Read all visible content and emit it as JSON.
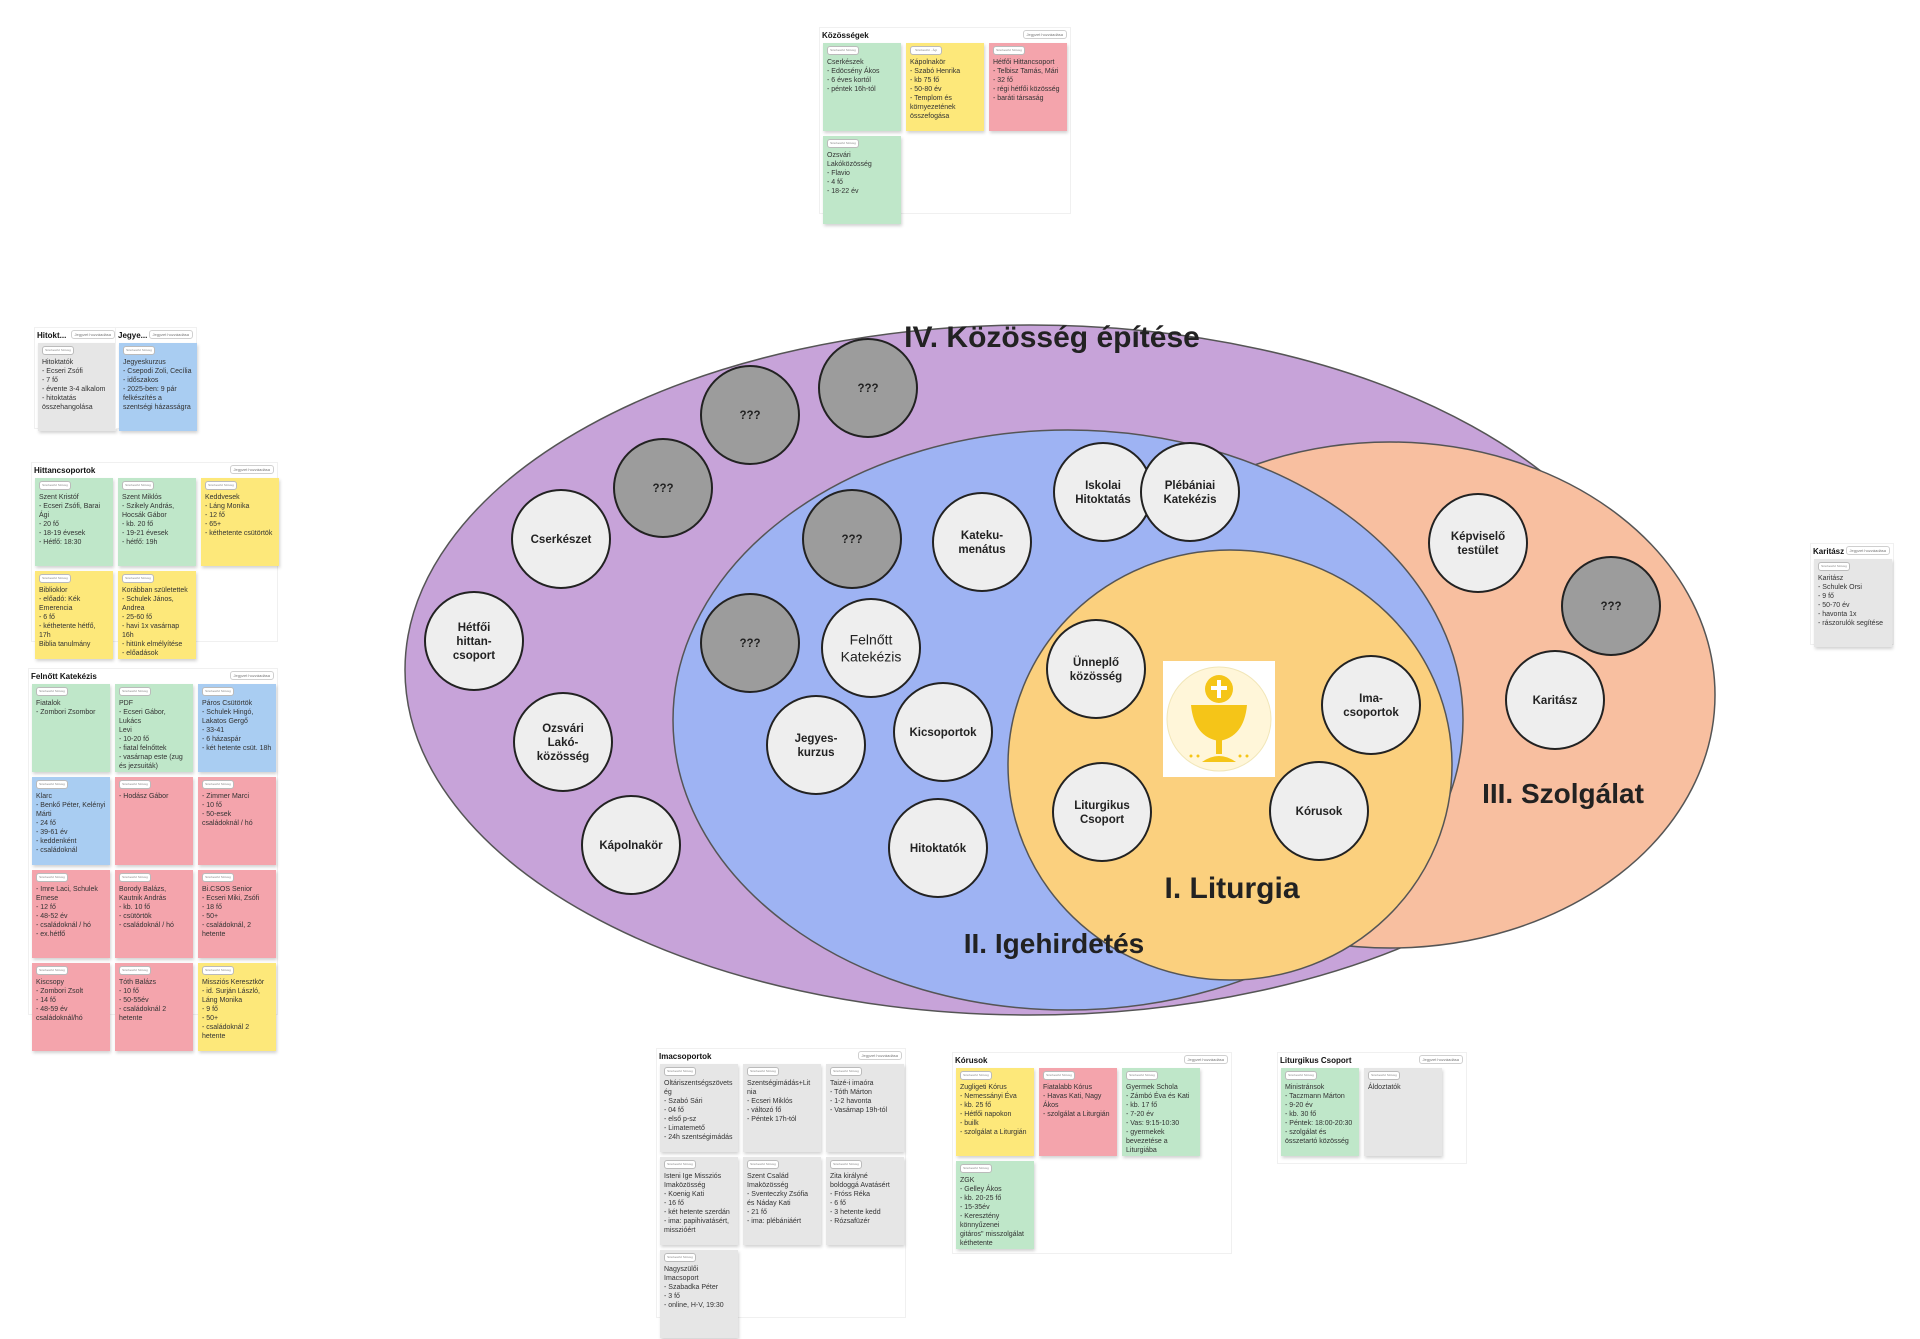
{
  "colors": {
    "outer_ellipse": "#c7a3d9",
    "middle_ellipse": "#9eb3f3",
    "service_ellipse": "#f8bfa0",
    "liturgy_ellipse": "#fbd07e",
    "circle_fill": "#eeeeee",
    "unknown_circle_fill": "#9c9c9c",
    "chalice_gold": "#f5c518",
    "note_green": "#bfe7c9",
    "note_yellow": "#fde87a",
    "note_red": "#f4a4ac",
    "note_blue": "#a9cdf2",
    "note_gray": "#e6e6e6"
  },
  "diagram": {
    "labels": {
      "kozosseg": "IV. Közösség építése",
      "igehirdetes": "II. Igehirdetés",
      "szolgalat": "III. Szolgálat",
      "liturgia": "I. Liturgia"
    },
    "center_icon": "chalice-icon",
    "circles": [
      {
        "id": "unknown-1",
        "label": "???",
        "unknown": true
      },
      {
        "id": "unknown-2",
        "label": "???",
        "unknown": true
      },
      {
        "id": "unknown-3",
        "label": "???",
        "unknown": true
      },
      {
        "id": "cserkeszet",
        "label": "Cserkészet"
      },
      {
        "id": "hetfoi-hittancsoport",
        "label": "Hétfői\nhittan-\ncsoport"
      },
      {
        "id": "ozsvari-lakokozosseg",
        "label": "Ozsvári\nLakó-\nközösség"
      },
      {
        "id": "kapolnakor",
        "label": "Kápolnakör"
      },
      {
        "id": "unknown-4",
        "label": "???",
        "unknown": true
      },
      {
        "id": "unknown-5",
        "label": "???",
        "unknown": true
      },
      {
        "id": "felnott-katekezis",
        "label": "Felnőtt\nKatekézis",
        "regular": true
      },
      {
        "id": "katekumenatus",
        "label": "Kateku-\nmenátus"
      },
      {
        "id": "iskolai-hitoktatas",
        "label": "Iskolai\nHitoktatás"
      },
      {
        "id": "plebaniai-katekezis",
        "label": "Plébániai\nKatekézis"
      },
      {
        "id": "jegyeskurzus",
        "label": "Jegyes-\nkurzus"
      },
      {
        "id": "kiscsoportok",
        "label": "Kicsoportok"
      },
      {
        "id": "hitoktatok",
        "label": "Hitoktatók"
      },
      {
        "id": "unneplo-kozosseg",
        "label": "Ünneplő\nközösség"
      },
      {
        "id": "imacsoportok",
        "label": "Ima-\ncsoportok"
      },
      {
        "id": "liturgikus-csoport",
        "label": "Liturgikus\nCsoport"
      },
      {
        "id": "korusok",
        "label": "Kórusok"
      },
      {
        "id": "kepviselo-testulet",
        "label": "Képviselő\ntestület"
      },
      {
        "id": "unknown-6",
        "label": "???",
        "unknown": true
      },
      {
        "id": "karitasz",
        "label": "Karitász"
      }
    ]
  },
  "frames": [
    {
      "id": "kozossegek",
      "title": "Közösségek",
      "tag": "Jegyzet hozzáadása",
      "notes": [
        {
          "color": "green",
          "chip": "Szerkesztő Szöveg",
          "text": "Cserkészek\n- Edöcsény Ákos\n- 6 éves kortól\n- péntek 16h-tól"
        },
        {
          "color": "yellow",
          "chip": "Szerkesztő - Ági",
          "text": "Kápolnakör\n- Szabó Henrika\n- kb 75 fő\n- 50-80 év\n- Templom és\nkörnyezetének\nösszefogása"
        },
        {
          "color": "red",
          "chip": "Szerkesztő Szöveg",
          "text": "Hétfői Hittancsoport\n- Telbisz Tamás, Mári\n- 32 fő\n- régi hétfői közösség\n- baráti társaság"
        },
        {
          "color": "green",
          "chip": "Szerkesztő Szöveg",
          "text": "Ozsvári\nLakóközösség\n- Flavio\n- 4 fő\n- 18-22 év"
        }
      ]
    },
    {
      "id": "hitoktatok",
      "title": "Hitokt...",
      "tag": "Jegyzet hozzáadása",
      "notes": [
        {
          "color": "gray",
          "chip": "Szerkesztő Szöveg",
          "text": "Hitoktatók\n- Ecseri Zsófi\n- 7 fő\n- évente 3-4 alkalom\n- hitoktatás\nösszehangolása"
        }
      ]
    },
    {
      "id": "jegyeskurzus",
      "title": "Jegye...",
      "tag": "Jegyzet hozzáadása",
      "notes": [
        {
          "color": "blue",
          "chip": "Szerkesztő Szöveg",
          "text": "Jegyeskurzus\n- Csepodi Zoli, Cecília\n- időszakos\n- 2025-ben: 9 pár\nfelkészítés a\nszentségi házasságra"
        }
      ]
    },
    {
      "id": "hittancsoportok",
      "title": "Hittancsoportok",
      "tag": "Jegyzet hozzáadása",
      "notes": [
        {
          "color": "green",
          "chip": "Szerkesztő Szöveg",
          "text": "Szent Kristóf\n- Ecseri Zsófi, Barai Ági\n- 20 fő\n- 18-19 évesek\n- Hétfő: 18:30"
        },
        {
          "color": "green",
          "chip": "Szerkesztő Szöveg",
          "text": "Szent Miklós\n- Szikely András,\nHocsák Gábor\n- kb. 20 fő\n- 19-21 évesek\n- hétfő: 19h"
        },
        {
          "color": "yellow",
          "chip": "Szerkesztő Szöveg",
          "text": "Keddvesek\n- Láng Monika\n- 12 fő\n- 65+\n- kéthetente csütörtök"
        },
        {
          "color": "yellow",
          "chip": "Szerkesztő Szöveg",
          "text": "Biblioklor\n- előadó: Kék\nEmerencia\n- 6 fő\n- kéthetente hétfő, 17h\nBiblia tanulmány"
        },
        {
          "color": "yellow",
          "chip": "Szerkesztő Szöveg",
          "text": "Korábban születettek\n- Schulek János,\nAndrea\n- 25-60 fő\n- havi 1x vasárnap 16h\n- hitünk elmélyítése\n- előadások"
        }
      ]
    },
    {
      "id": "felnott-katekezis",
      "title": "Felnőtt Katekézis",
      "tag": "Jegyzet hozzáadása",
      "notes": [
        {
          "color": "green",
          "chip": "Szerkesztő Szöveg",
          "text": "Fiatalok\n- Zombori Zsombor"
        },
        {
          "color": "green",
          "chip": "Szerkesztő Szöveg",
          "text": "PDF\n- Ecseri Gábor, Lukács\nLevi\n- 10-20 fő\n- fiatal felnőttek\n- vasárnap este (zug\nés jezsuiták)"
        },
        {
          "color": "blue",
          "chip": "Szerkesztő Szöveg",
          "text": "Páros Csütörtök\n- Schulek Hingó,\nLakatos Gergő\n- 33-41\n- 6 házaspár\n- két hetente csüt. 18h"
        },
        {
          "color": "blue",
          "chip": "Szerkesztő Szöveg",
          "text": "Klarc\n- Benkő Péter, Kelényi\nMárti\n- 24 fő\n- 39-61 év\n- keddenként\n- családoknál"
        },
        {
          "color": "red",
          "chip": "Szerkesztő Szöveg",
          "text": "- Hodász Gábor"
        },
        {
          "color": "red",
          "chip": "Szerkesztő Szöveg",
          "text": "- Zimmer Marci\n- 10 fő\n- 50-esek\ncsaládoknál / hó"
        },
        {
          "color": "red",
          "chip": "Szerkesztő Szöveg",
          "text": "- Imre Laci, Schulek\nErnese\n- 12 fő\n- 48-52 év\n- családoknál / hó\n- ex.hétfő"
        },
        {
          "color": "red",
          "chip": "Szerkesztő Szöveg",
          "text": "Borody Balázs,\nKautnik András\n- kb. 10 fő\n- csütörtök\n- családoknál / hó"
        },
        {
          "color": "red",
          "chip": "Szerkesztő Szöveg",
          "text": "Bi.CSOS Senior\n- Ecseri Miki, Zsófi\n- 18 fő\n- 50+\n- családoknál, 2\nhetente"
        },
        {
          "color": "red",
          "chip": "Szerkesztő Szöveg",
          "text": "Kiscsopy\n- Zombori Zsolt\n- 14 fő\n- 48-59 év\ncsaládoknál/hó"
        },
        {
          "color": "red",
          "chip": "Szerkesztő Szöveg",
          "text": "Tóth Balázs\n- 10 fő\n- 50-55év\n- családoknál 2\nhetente"
        },
        {
          "color": "yellow",
          "chip": "Szerkesztő Szöveg",
          "text": "Missziós Keresztkör\n- id. Surján László,\nLáng Monika\n- 9 fő\n- 50+\n- családoknál 2\nhetente"
        }
      ]
    },
    {
      "id": "karitasz",
      "title": "Karitász",
      "tag": "Jegyzet hozzáadása",
      "notes": [
        {
          "color": "gray",
          "chip": "Szerkesztő Szöveg",
          "text": "Karitász\n- Schulek Orsi\n- 9 fő\n- 50-70 év\n- havonta 1x\n- rászorulók segítése"
        }
      ]
    },
    {
      "id": "imacsoportok",
      "title": "Imacsoportok",
      "tag": "Jegyzet hozzáadása",
      "notes": [
        {
          "color": "gray",
          "chip": "Szerkesztő Szöveg",
          "text": "Oltáriszentségszövets\nég\n- Szabó Sári\n- 04 fő\n- első p-sz\n- Limatemető\n- 24h szentségimádás"
        },
        {
          "color": "gray",
          "chip": "Szerkesztő Szöveg",
          "text": "Szentségimádás+Lit\nnia\n- Ecseri Miklós\n- változó fő\n- Péntek 17h-tól"
        },
        {
          "color": "gray",
          "chip": "Szerkesztő Szöveg",
          "text": "Taizé-i imaóra\n- Tóth Márton\n- 1-2 havonta\n- Vasárnap 19h-tól"
        },
        {
          "color": "gray",
          "chip": "Szerkesztő Szöveg",
          "text": "Isteni Ige Missziós\nImaközösség\n- Koenig Kati\n- 16 fő\n- két hetente szerdán\n- ima: papihivatásért,\nmisszióért"
        },
        {
          "color": "gray",
          "chip": "Szerkesztő Szöveg",
          "text": "Szent Család\nImaközösség\n- Sventeczky Zsófia\nés Náday Kati\n- 21 fő\n- ima: plébániáért"
        },
        {
          "color": "gray",
          "chip": "Szerkesztő Szöveg",
          "text": "Zita királyné\nboldoggá Avatásért\n- Fróss Réka\n- 6 fő\n- 3 hetente kedd\n- Rózsafüzér"
        },
        {
          "color": "gray",
          "chip": "Szerkesztő Szöveg",
          "text": "Nagyszülői\nImacsoport\n- Szabadka Péter\n- 3 fő\n- online, H-V, 19:30"
        }
      ]
    },
    {
      "id": "korusok",
      "title": "Kórusok",
      "tag": "Jegyzet hozzáadása",
      "notes": [
        {
          "color": "yellow",
          "chip": "Szerkesztő Szöveg",
          "text": "Zugligeti Kórus\n- Nemessányi Éva\n- kb. 25 fő\n- Hétfői napokon\n- builk\n- szolgálat a Liturgián"
        },
        {
          "color": "red",
          "chip": "Szerkesztő Szöveg",
          "text": "Fiatalabb Kórus\n- Havas Kati, Nagy Ákos\n- szolgálat a Liturgián"
        },
        {
          "color": "green",
          "chip": "Szerkesztő Szöveg",
          "text": "Gyermek Schola\n- Zámbó Éva és Kati\n- kb. 17 fő\n- 7-20 év\n- Vas: 9:15-10:30\n- gyermekek\nbevezetése a Liturgiába"
        },
        {
          "color": "green",
          "chip": "Szerkesztő Szöveg",
          "text": "ZGK\n- Gelley Ákos\n- kb. 20-25 fő\n- 15-35év\n- Keresztény könnyűzenei\ngitáros\" misszolgálat\nkéthetente"
        }
      ]
    },
    {
      "id": "liturgikus-csoport",
      "title": "Liturgikus Csoport",
      "tag": "Jegyzet hozzáadása",
      "notes": [
        {
          "color": "green",
          "chip": "Szerkesztő Szöveg",
          "text": "Ministránsok\n- Taczmann Márton\n- 9-20 év\n- kb. 30 fő\n- Péntek: 18:00-20:30\n- szolgálat és\nösszetartó közösség"
        },
        {
          "color": "gray",
          "chip": "Szerkesztő Szöveg",
          "text": "Áldoztatók"
        }
      ]
    }
  ]
}
